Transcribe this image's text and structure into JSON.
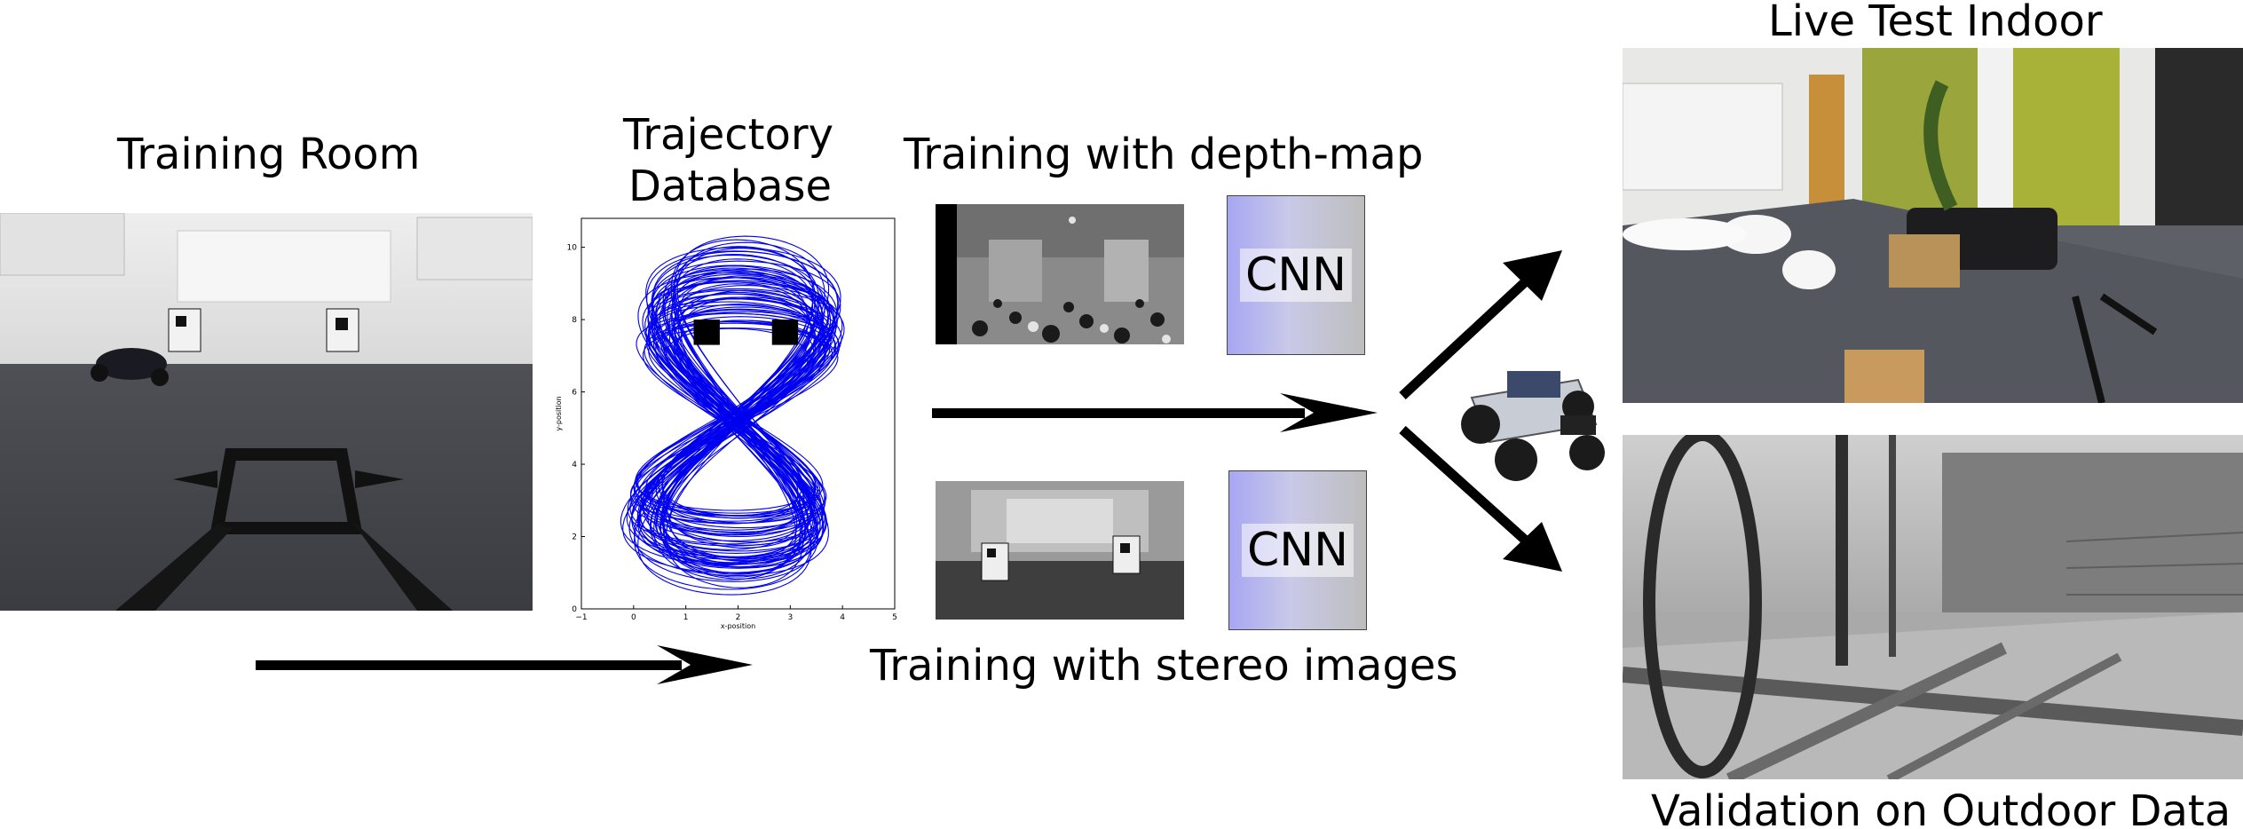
{
  "labels": {
    "training_room": "Training Room",
    "trajectory_line1": "Trajectory",
    "trajectory_line2": "Database",
    "depth_training": "Training with depth-map",
    "stereo_training": "Training with stereo images",
    "live_test": "Live Test Indoor",
    "validation": "Validation on Outdoor Data",
    "cnn": "CNN"
  },
  "plot": {
    "x_label": "x-position",
    "y_label": "y-position",
    "x_ticks": [
      "−1",
      "0",
      "1",
      "2",
      "3",
      "4",
      "5"
    ],
    "y_ticks": [
      "0",
      "2",
      "4",
      "6",
      "8",
      "10"
    ],
    "trajectory_color": "#0000ee"
  },
  "colors": {
    "arrow": "#000000",
    "cnn_gradient_start": "#a7a6f3",
    "cnn_gradient_end": "#bdbdbd"
  }
}
